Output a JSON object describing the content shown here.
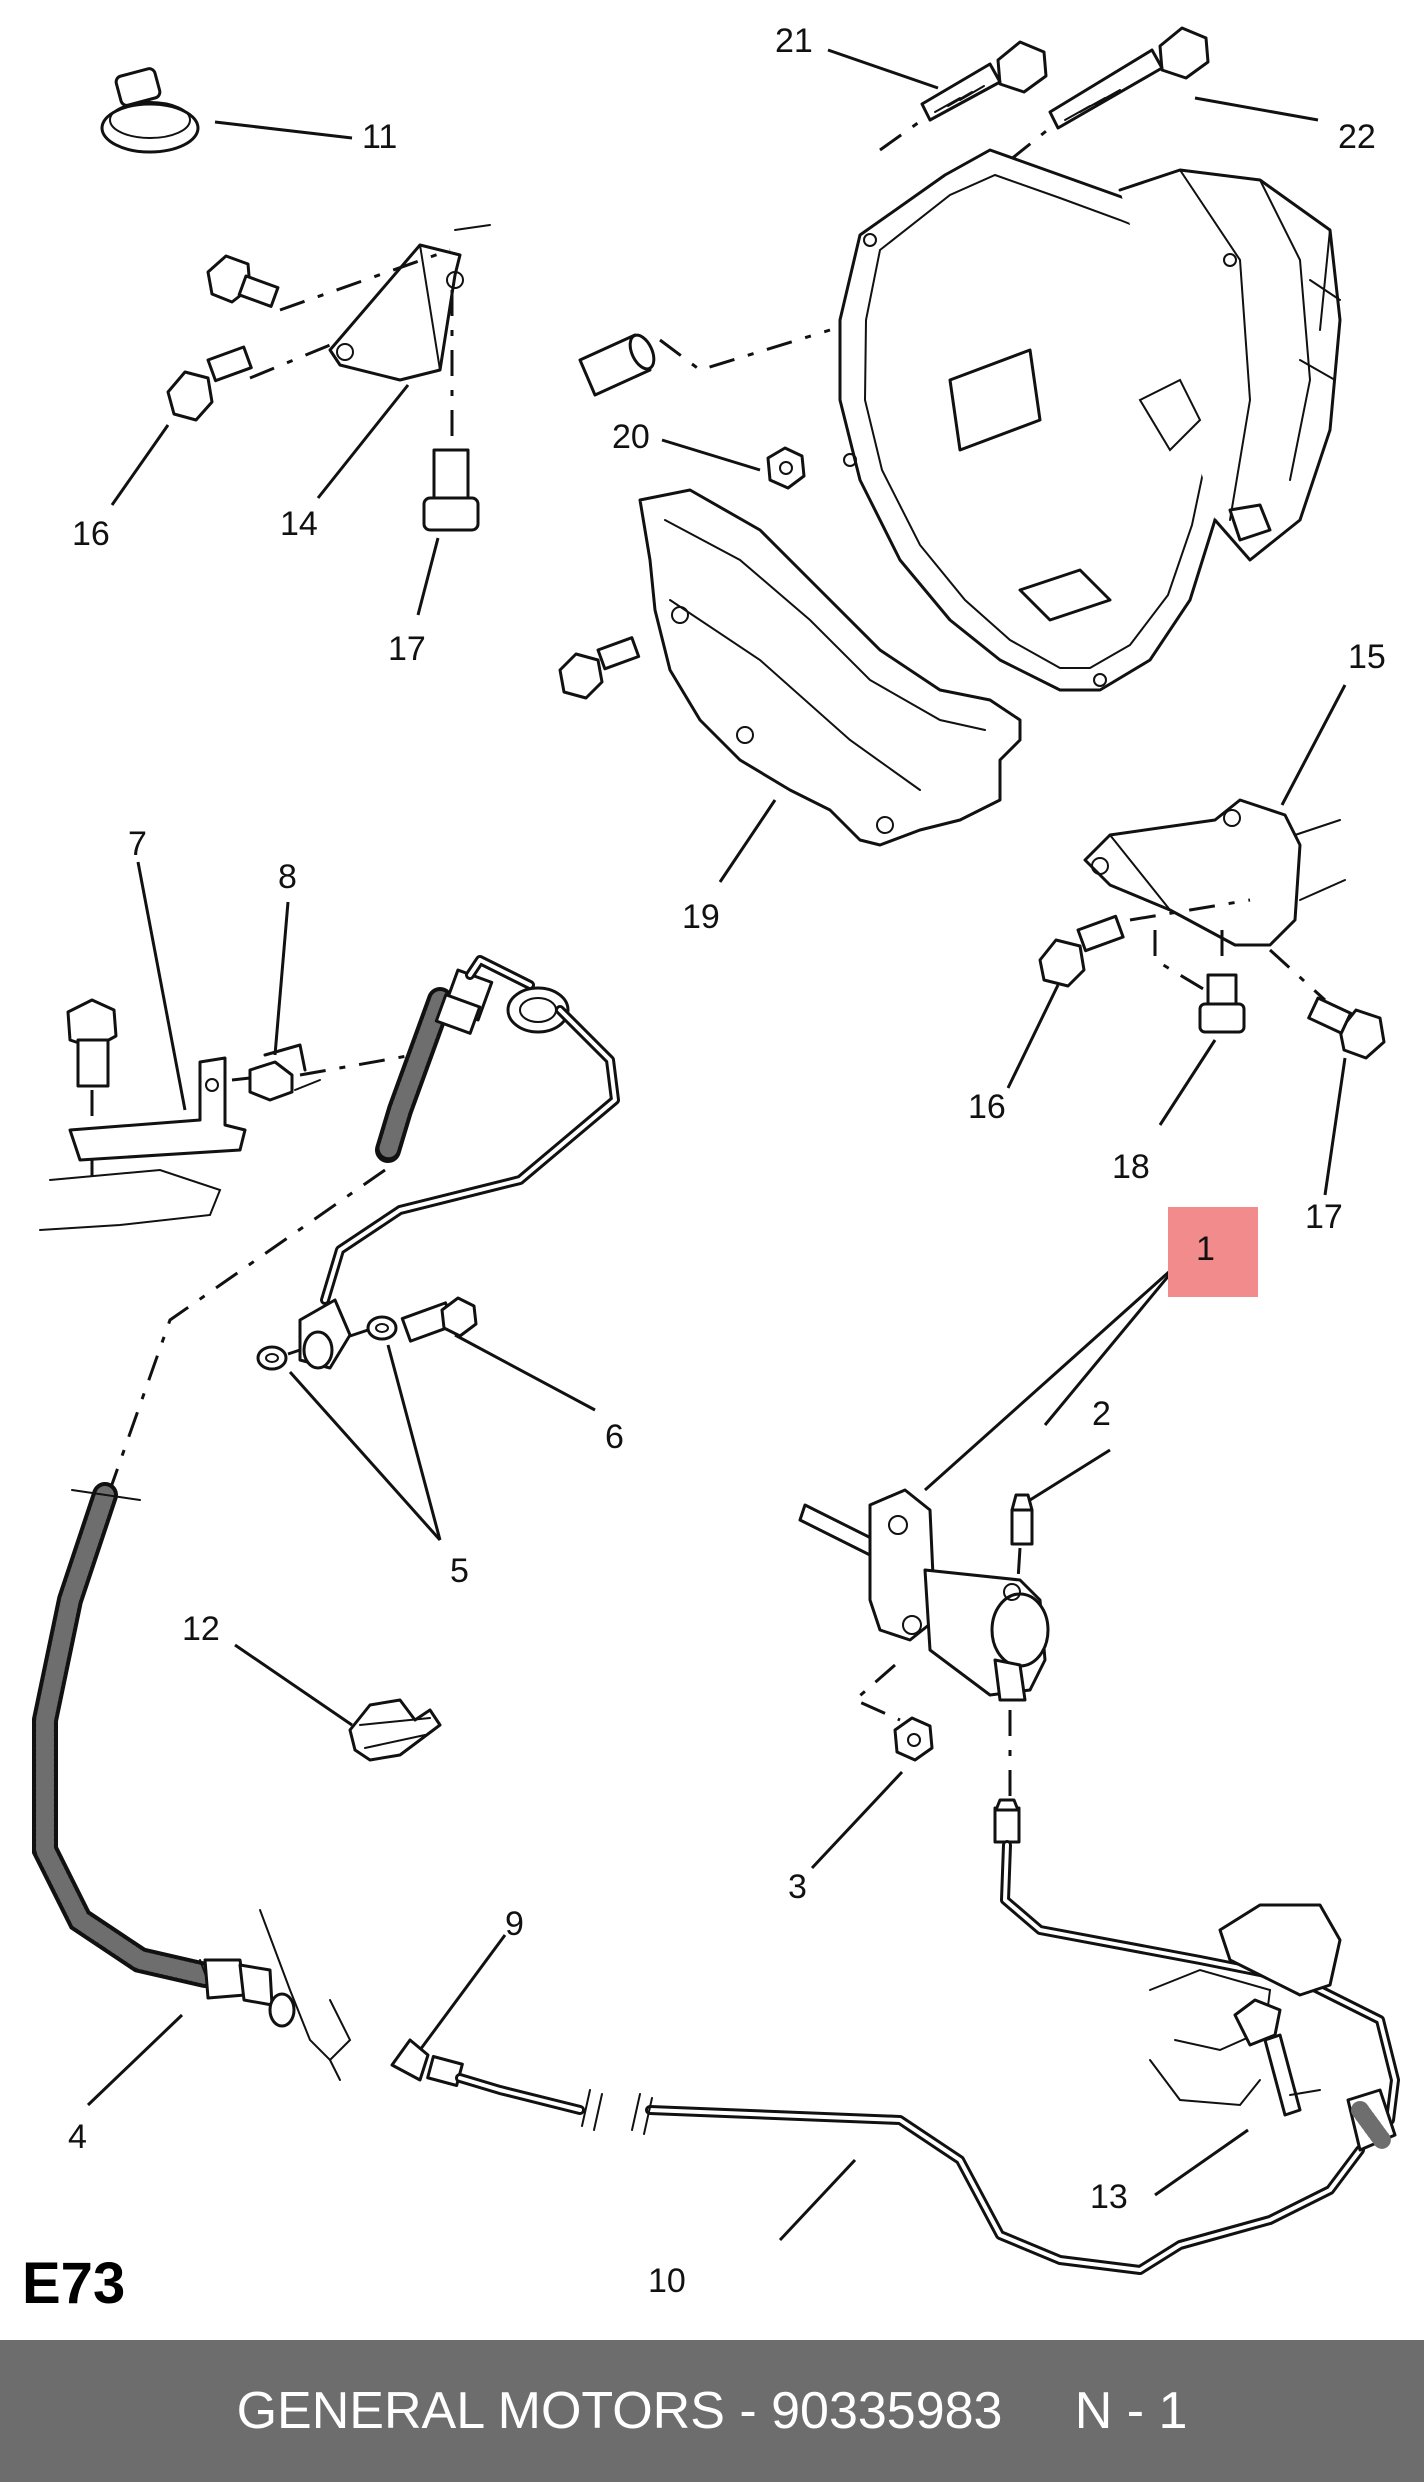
{
  "diagram": {
    "code": "E73",
    "callouts": [
      "1",
      "2",
      "3",
      "4",
      "5",
      "6",
      "7",
      "8",
      "9",
      "10",
      "11",
      "12",
      "13",
      "14",
      "15",
      "16",
      "17",
      "18",
      "19",
      "20",
      "21",
      "22"
    ],
    "highlight_color": "#f28b8b",
    "highlighted_callout": "1"
  },
  "footer": {
    "text": "GENERAL MOTORS - 90335983     N - 1",
    "background": "#6d6d6d",
    "color": "#ffffff"
  }
}
